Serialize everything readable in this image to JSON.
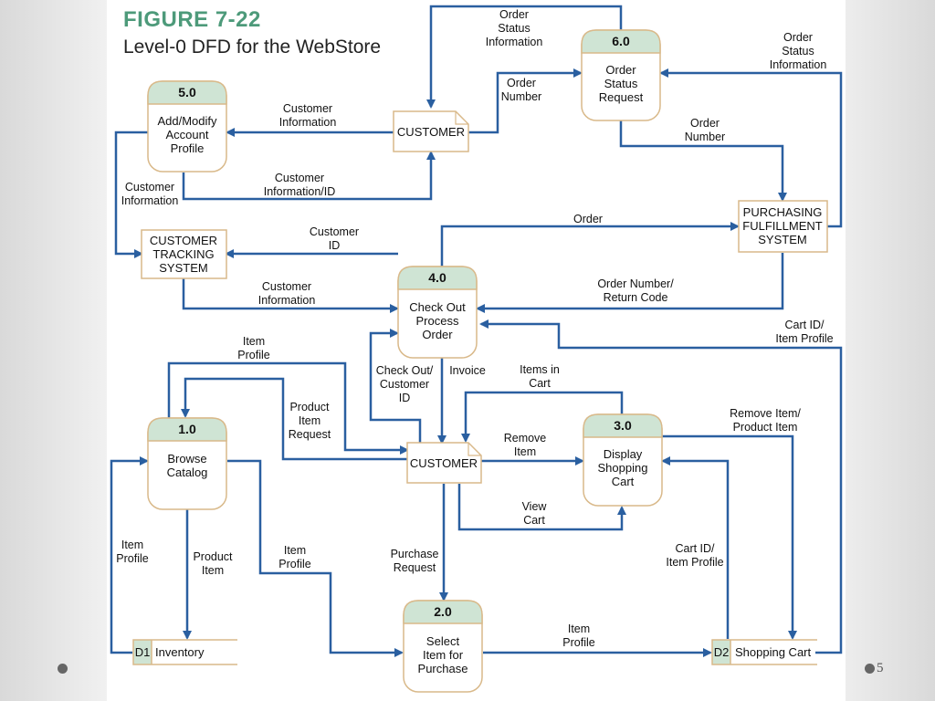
{
  "figure": {
    "title": "FIGURE 7-22",
    "caption": "Level-0 DFD for the WebStore"
  },
  "processes": [
    {
      "id": "p5",
      "number": "5.0",
      "lines": [
        "Add/Modify",
        "Account",
        "Profile"
      ]
    },
    {
      "id": "p6",
      "number": "6.0",
      "lines": [
        "Order",
        "Status",
        "Request"
      ]
    },
    {
      "id": "p4",
      "number": "4.0",
      "lines": [
        "Check Out",
        "Process",
        "Order"
      ]
    },
    {
      "id": "p1",
      "number": "1.0",
      "lines": [
        "Browse",
        "Catalog"
      ]
    },
    {
      "id": "p3",
      "number": "3.0",
      "lines": [
        "Display",
        "Shopping",
        "Cart"
      ]
    },
    {
      "id": "p2",
      "number": "2.0",
      "lines": [
        "Select",
        "Item for",
        "Purchase"
      ]
    }
  ],
  "entities": [
    {
      "id": "customer_top",
      "lines": [
        "CUSTOMER"
      ]
    },
    {
      "id": "customer_mid",
      "lines": [
        "CUSTOMER"
      ]
    },
    {
      "id": "tracking",
      "lines": [
        "CUSTOMER",
        "TRACKING",
        "SYSTEM"
      ]
    },
    {
      "id": "purchasing",
      "lines": [
        "PURCHASING",
        "FULFILLMENT",
        "SYSTEM"
      ]
    }
  ],
  "data_stores": [
    {
      "id": "d1",
      "code": "D1",
      "name": "Inventory"
    },
    {
      "id": "d2",
      "code": "D2",
      "name": "Shopping Cart"
    }
  ],
  "flows": [
    {
      "id": "f1",
      "lines": [
        "Order",
        "Status",
        "Information"
      ]
    },
    {
      "id": "f2",
      "lines": [
        "Order",
        "Number"
      ]
    },
    {
      "id": "f3",
      "lines": [
        "Order",
        "Status",
        "Information"
      ]
    },
    {
      "id": "f4",
      "lines": [
        "Order",
        "Number"
      ]
    },
    {
      "id": "f5",
      "lines": [
        "Customer",
        "Information"
      ]
    },
    {
      "id": "f6",
      "lines": [
        "Customer",
        "Information/ID"
      ]
    },
    {
      "id": "f7",
      "lines": [
        "Customer",
        "Information"
      ]
    },
    {
      "id": "f8",
      "lines": [
        "Customer",
        "ID"
      ]
    },
    {
      "id": "f9",
      "lines": [
        "Customer",
        "Information"
      ]
    },
    {
      "id": "f10",
      "lines": [
        "Order"
      ]
    },
    {
      "id": "f11",
      "lines": [
        "Order Number/",
        "Return Code"
      ]
    },
    {
      "id": "f12",
      "lines": [
        "Cart ID/",
        "Item Profile"
      ]
    },
    {
      "id": "f13",
      "lines": [
        "Item",
        "Profile"
      ]
    },
    {
      "id": "f14",
      "lines": [
        "Product",
        "Item",
        "Request"
      ]
    },
    {
      "id": "f15",
      "lines": [
        "Check Out/",
        "Customer",
        "ID"
      ]
    },
    {
      "id": "f16",
      "lines": [
        "Invoice"
      ]
    },
    {
      "id": "f17",
      "lines": [
        "Items in",
        "Cart"
      ]
    },
    {
      "id": "f18",
      "lines": [
        "Remove Item/",
        "Product Item"
      ]
    },
    {
      "id": "f19",
      "lines": [
        "Remove",
        "Item"
      ]
    },
    {
      "id": "f20",
      "lines": [
        "View",
        "Cart"
      ]
    },
    {
      "id": "f21",
      "lines": [
        "Item",
        "Profile"
      ]
    },
    {
      "id": "f22",
      "lines": [
        "Product",
        "Item"
      ]
    },
    {
      "id": "f23",
      "lines": [
        "Item",
        "Profile"
      ]
    },
    {
      "id": "f24",
      "lines": [
        "Purchase",
        "Request"
      ]
    },
    {
      "id": "f25",
      "lines": [
        "Cart ID/",
        "Item Profile"
      ]
    },
    {
      "id": "f26",
      "lines": [
        "Item",
        "Profile"
      ]
    }
  ],
  "colors": {
    "flow": "#2a5fa0",
    "title": "#4d9a7a",
    "process_header": "#cfe4d4",
    "border": "#d9b98a"
  },
  "page_number": "5"
}
